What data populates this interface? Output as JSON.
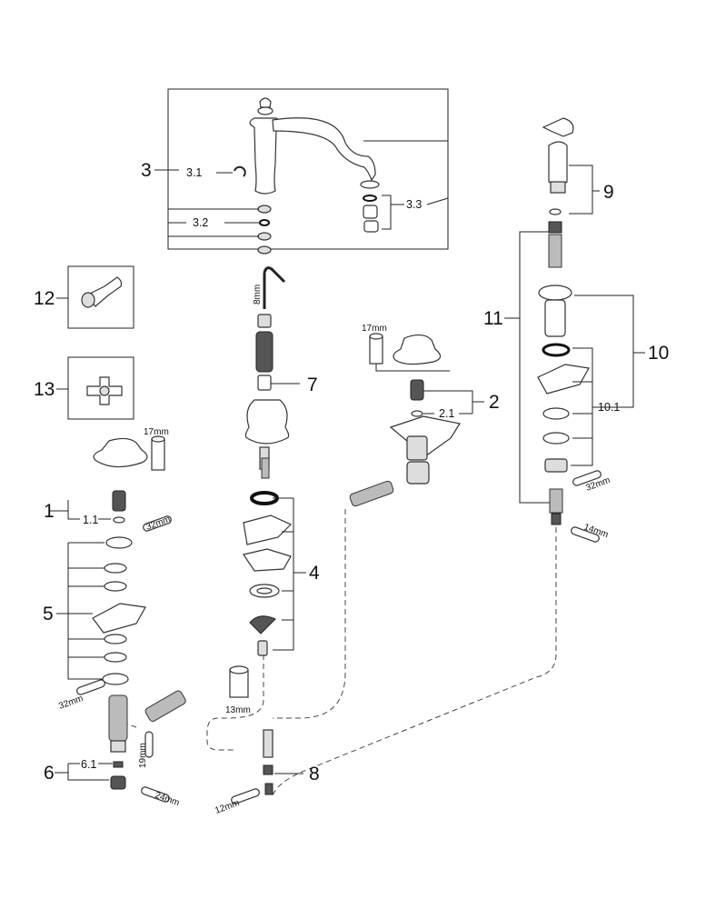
{
  "callouts": {
    "n1": "1",
    "n1_1": "1.1",
    "n2": "2",
    "n2_1": "2.1",
    "n3": "3",
    "n3_1": "3.1",
    "n3_2": "3.2",
    "n3_3": "3.3",
    "n4": "4",
    "n5": "5",
    "n6": "6",
    "n6_1": "6.1",
    "n7": "7",
    "n8": "8",
    "n9": "9",
    "n10": "10",
    "n10_1": "10.1",
    "n11": "11",
    "n12": "12",
    "n13": "13"
  },
  "tools": {
    "hex_17_left": "17mm",
    "hex_17_right": "17mm",
    "hex_13": "13mm",
    "allen_8": "8mm",
    "wrench_32_a": "32mm",
    "wrench_32_b": "32mm",
    "wrench_32_c": "32mm",
    "wrench_19": "19mm",
    "wrench_24": "24mm",
    "wrench_12": "12mm",
    "wrench_14": "14mm"
  }
}
